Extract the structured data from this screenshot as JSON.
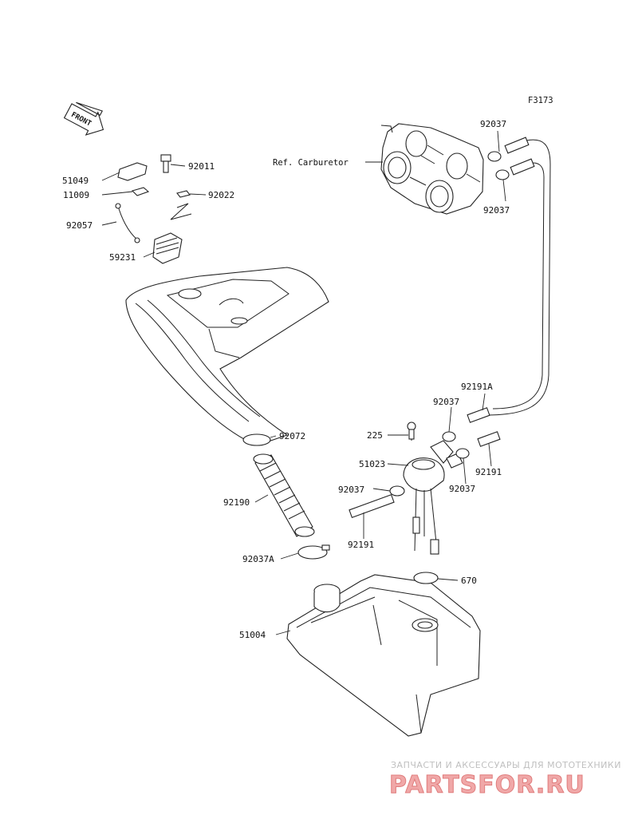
{
  "figure_code": "F3173",
  "front_marker": "FRONT",
  "ref_label": "Ref. Carburetor",
  "parts": {
    "p51049": "51049",
    "p11009": "11009",
    "p92057": "92057",
    "p59231": "59231",
    "p92011": "92011",
    "p92022": "92022",
    "p92037_top1": "92037",
    "p92037_top2": "92037",
    "p92191A": "92191A",
    "p92037_mid1": "92037",
    "p225": "225",
    "p51023": "51023",
    "p92191_r": "92191",
    "p92037_mid2": "92037",
    "p92037_mid3": "92037",
    "p92191_l": "92191",
    "p92072": "92072",
    "p92190": "92190",
    "p92037A": "92037A",
    "p670": "670",
    "p51004": "51004"
  },
  "watermark": {
    "tagline": "ЗАПЧАСТИ И АКСЕССУАРЫ ДЛЯ МОТОТЕХНИКИ",
    "brand": "PARTSFOR.RU"
  }
}
